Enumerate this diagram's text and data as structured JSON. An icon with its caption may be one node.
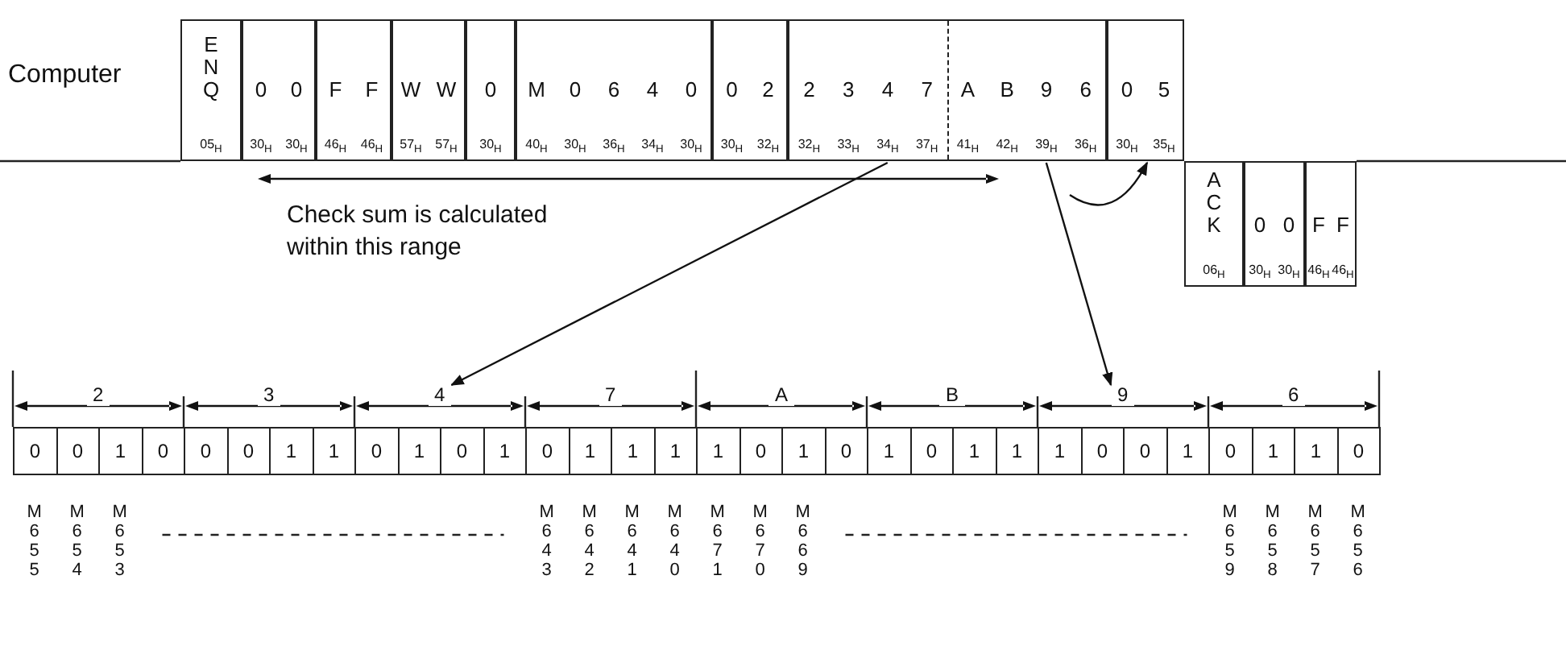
{
  "diagram": {
    "nodes": [
      {
        "text": [
          "ENQ",
          "05$_{H}$"
        ]
      },
      {
        "text": [],
        "shape": "box"
      },
      {
        "text": [
          "0",
          "30$_{H}$"
        ],
        "in": 1
      },
      {
        "text": [
          "0",
          "30$_{H}$"
        ],
        "in": 1
      },
      {
        "text": [],
        "shape": "box"
      },
      {
        "text": [
          "F",
          "46$_{H}$"
        ],
        "in": 4
      },
      {
        "text": [
          "F",
          "46$_{H}$"
        ],
        "in": 4
      },
      {
        "text": [],
        "shape": "box"
      },
      {
        "text": [
          "W",
          "57$_{H}$"
        ],
        "in": 7
      },
      {
        "text": [
          "W",
          "57$_{H}$"
        ],
        "in": 7
      },
      {
        "text": [],
        "shape": "box"
      },
      {
        "text": [
          "0",
          "30$_{H}$"
        ],
        "in": 10
      },
      {
        "text": [],
        "shape": "box"
      },
      {
        "text": [
          "M",
          "40$_{H}$"
        ],
        "in": 12
      },
      {
        "text": [
          "0",
          "30$_{H}$"
        ],
        "in": 12
      },
      {
        "text": [
          "6",
          "36$_{H}$"
        ],
        "in": 12
      },
      {
        "text": [
          "4",
          "34$_{H}$"
        ],
        "in": 12
      },
      {
        "text": [
          "0",
          "30$_{H}$"
        ],
        "in": 12
      },
      {
        "text": [],
        "shape": "box"
      },
      {
        "text": [
          "0",
          "30$_{H}$"
        ],
        "in": 18
      },
      {
        "text": [
          "2",
          "32$_{H}$"
        ],
        "in": 18
      },
      {
        "text": [],
        "shape": "box"
      },
      {
        "text": [
          "2",
          "32$_{H}$"
        ],
        "in": 21
      },
      {
        "text": [
          "3",
          "33$_{H}$"
        ],
        "in": 21
      },
      {
        "text": [
          "4",
          "34$_{H}$"
        ],
        "in": 21
      },
      {
        "text": [
          "7",
          "37$_{H}$"
        ],
        "in": 21
      },
      {
        "text": [
          "A",
          "41$_{H}$"
        ],
        "in": 21
      },
      {
        "text": [
          "B",
          "42$_{H}$"
        ],
        "in": 21
      },
      {
        "text": [
          "9",
          "39$_{H}$"
        ],
        "in": 21
      },
      {
        "text": [
          "6",
          "36$_{H}$"
        ],
        "in": 21
      },
      {
        "text": [],
        "shape": "box"
      },
      {
        "text": [
          "0",
          "30$_{H}$"
        ],
        "in": 30
      },
      {
        "text": [
          "5",
          "35$_{H}$"
        ],
        "in": 30
      },
      {
        "text": [
          "ACK",
          "06$_{H}$"
        ]
      },
      {
        "text": [],
        "shape": "box"
      },
      {
        "text": [
          "0",
          "30$_{H}$"
        ],
        "in": 34
      },
      {
        "text": [
          "0",
          "30$_{H}$"
        ],
        "in": 34
      },
      {
        "text": [],
        "shape": "box"
      },
      {
        "text": [
          "F",
          "46$_{H}$"
        ],
        "in": 37
      },
      {
        "text": [
          "F",
          "46$_{H}$"
        ],
        "in": 37
      },
      {
        "text": [
          "2"
        ]
      },
      {
        "text": [
          "3"
        ]
      },
      {
        "text": [
          "4"
        ]
      },
      {
        "text": [
          "7"
        ]
      },
      {
        "text": [
          "A"
        ]
      },
      {
        "text": [
          "B"
        ]
      },
      {
        "text": [
          "9"
        ]
      },
      {
        "text": [
          "6"
        ]
      },
      {
        "text": [
          "0"
        ]
      },
      {
        "text": [
          "0"
        ]
      },
      {
        "text": [
          "1"
        ]
      },
      {
        "text": [
          "0"
        ]
      },
      {
        "text": [
          "0"
        ]
      },
      {
        "text": [
          "0"
        ]
      },
      {
        "text": [
          "1"
        ]
      },
      {
        "text": [
          "1"
        ]
      },
      {
        "text": [
          "0"
        ]
      },
      {
        "text": [
          "1"
        ]
      },
      {
        "text": [
          "0"
        ]
      },
      {
        "text": [
          "1"
        ]
      },
      {
        "text": [
          "0"
        ]
      },
      {
        "text": [
          "1"
        ]
      },
      {
        "text": [
          "1"
        ]
      },
      {
        "text": [
          "1"
        ]
      },
      {
        "text": [
          "1"
        ]
      },
      {
        "text": [
          "0"
        ]
      },
      {
        "text": [
          "1"
        ]
      },
      {
        "text": [
          "0"
        ]
      },
      {
        "text": [
          "1"
        ]
      },
      {
        "text": [
          "0"
        ]
      },
      {
        "text": [
          "1"
        ]
      },
      {
        "text": [
          "1"
        ]
      },
      {
        "text": [
          "1"
        ]
      },
      {
        "text": [
          "0"
        ]
      },
      {
        "text": [
          "0"
        ]
      },
      {
        "text": [
          "1"
        ]
      },
      {
        "text": [
          "0"
        ]
      },
      {
        "text": [
          "1"
        ]
      },
      {
        "text": [
          "1"
        ]
      },
      {
        "text": [
          "0"
        ]
      }
    ],
    "edges": [
      {
        "from": 24,
        "to": 42,
        "arrow": "to"
      },
      {
        "from": 28,
        "to": 46,
        "arrow": "to"
      },
      {
        "from": null,
        "to": 30,
        "arrow": "to"
      }
    ],
    "labels": [
      "Computer",
      "Check sum is calculated within this range",
      "M655",
      "M654",
      "M653",
      "M643",
      "M642",
      "M641",
      "M640",
      "M671",
      "M670",
      "M669",
      "M659",
      "M658",
      "M657",
      "M656"
    ]
  }
}
